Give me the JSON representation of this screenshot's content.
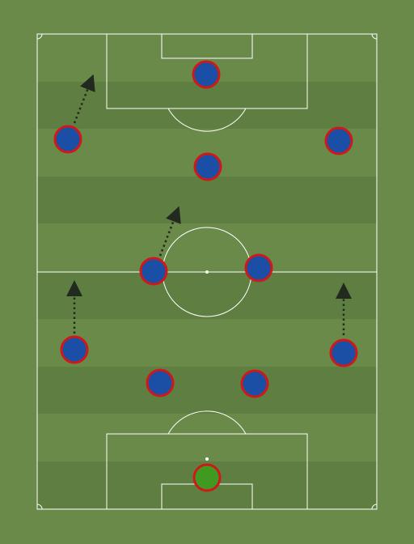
{
  "colors": {
    "background": "#6a8a4a",
    "stripe_light": "#6a8a4a",
    "stripe_dark": "#5f7f42",
    "lines": "#ffffff",
    "player_fill": "#1a4fa5",
    "player_border": "#d01818",
    "goalkeeper_fill": "#3f9a1f",
    "arrow": "#222a20"
  },
  "formation": {
    "players": [
      {
        "role": "striker",
        "team": "outfield"
      },
      {
        "role": "left-winger",
        "team": "outfield"
      },
      {
        "role": "right-winger",
        "team": "outfield"
      },
      {
        "role": "attacking-midfielder",
        "team": "outfield"
      },
      {
        "role": "left-central-midfielder",
        "team": "outfield"
      },
      {
        "role": "right-central-midfielder",
        "team": "outfield"
      },
      {
        "role": "left-back",
        "team": "outfield"
      },
      {
        "role": "right-back",
        "team": "outfield"
      },
      {
        "role": "left-centre-back",
        "team": "outfield"
      },
      {
        "role": "right-centre-back",
        "team": "outfield"
      },
      {
        "role": "goalkeeper",
        "team": "goalkeeper"
      }
    ],
    "movement_arrows": [
      {
        "from_role": "left-winger",
        "style": "dotted"
      },
      {
        "from_role": "left-central-midfielder",
        "style": "dotted"
      },
      {
        "from_role": "left-back",
        "style": "dotted"
      },
      {
        "from_role": "right-back",
        "style": "dotted"
      }
    ]
  }
}
